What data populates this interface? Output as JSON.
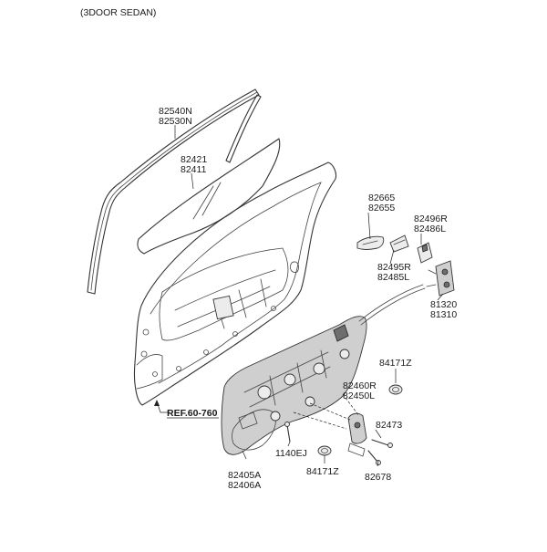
{
  "header": {
    "title": "(3DOOR SEDAN)"
  },
  "reference": {
    "label": "REF.60-760"
  },
  "labels": {
    "belt_weatherstrip": [
      "82540N",
      "82530N"
    ],
    "door_glass": [
      "82421",
      "82411"
    ],
    "outside_handle": [
      "82665",
      "82655"
    ],
    "handle_bracket": [
      "82496R",
      "82486L"
    ],
    "handle_cover": [
      "82495R",
      "82485L"
    ],
    "door_latch": [
      "81320",
      "81310"
    ],
    "plug_upper": [
      "84171Z"
    ],
    "window_regulator": [
      "82460R",
      "82450L"
    ],
    "regulator_bolt": [
      "82473"
    ],
    "bolt": [
      "1140EJ"
    ],
    "plug_lower": [
      "84171Z"
    ],
    "screw": [
      "82678"
    ],
    "module_panel": [
      "82405A",
      "82406A"
    ]
  }
}
